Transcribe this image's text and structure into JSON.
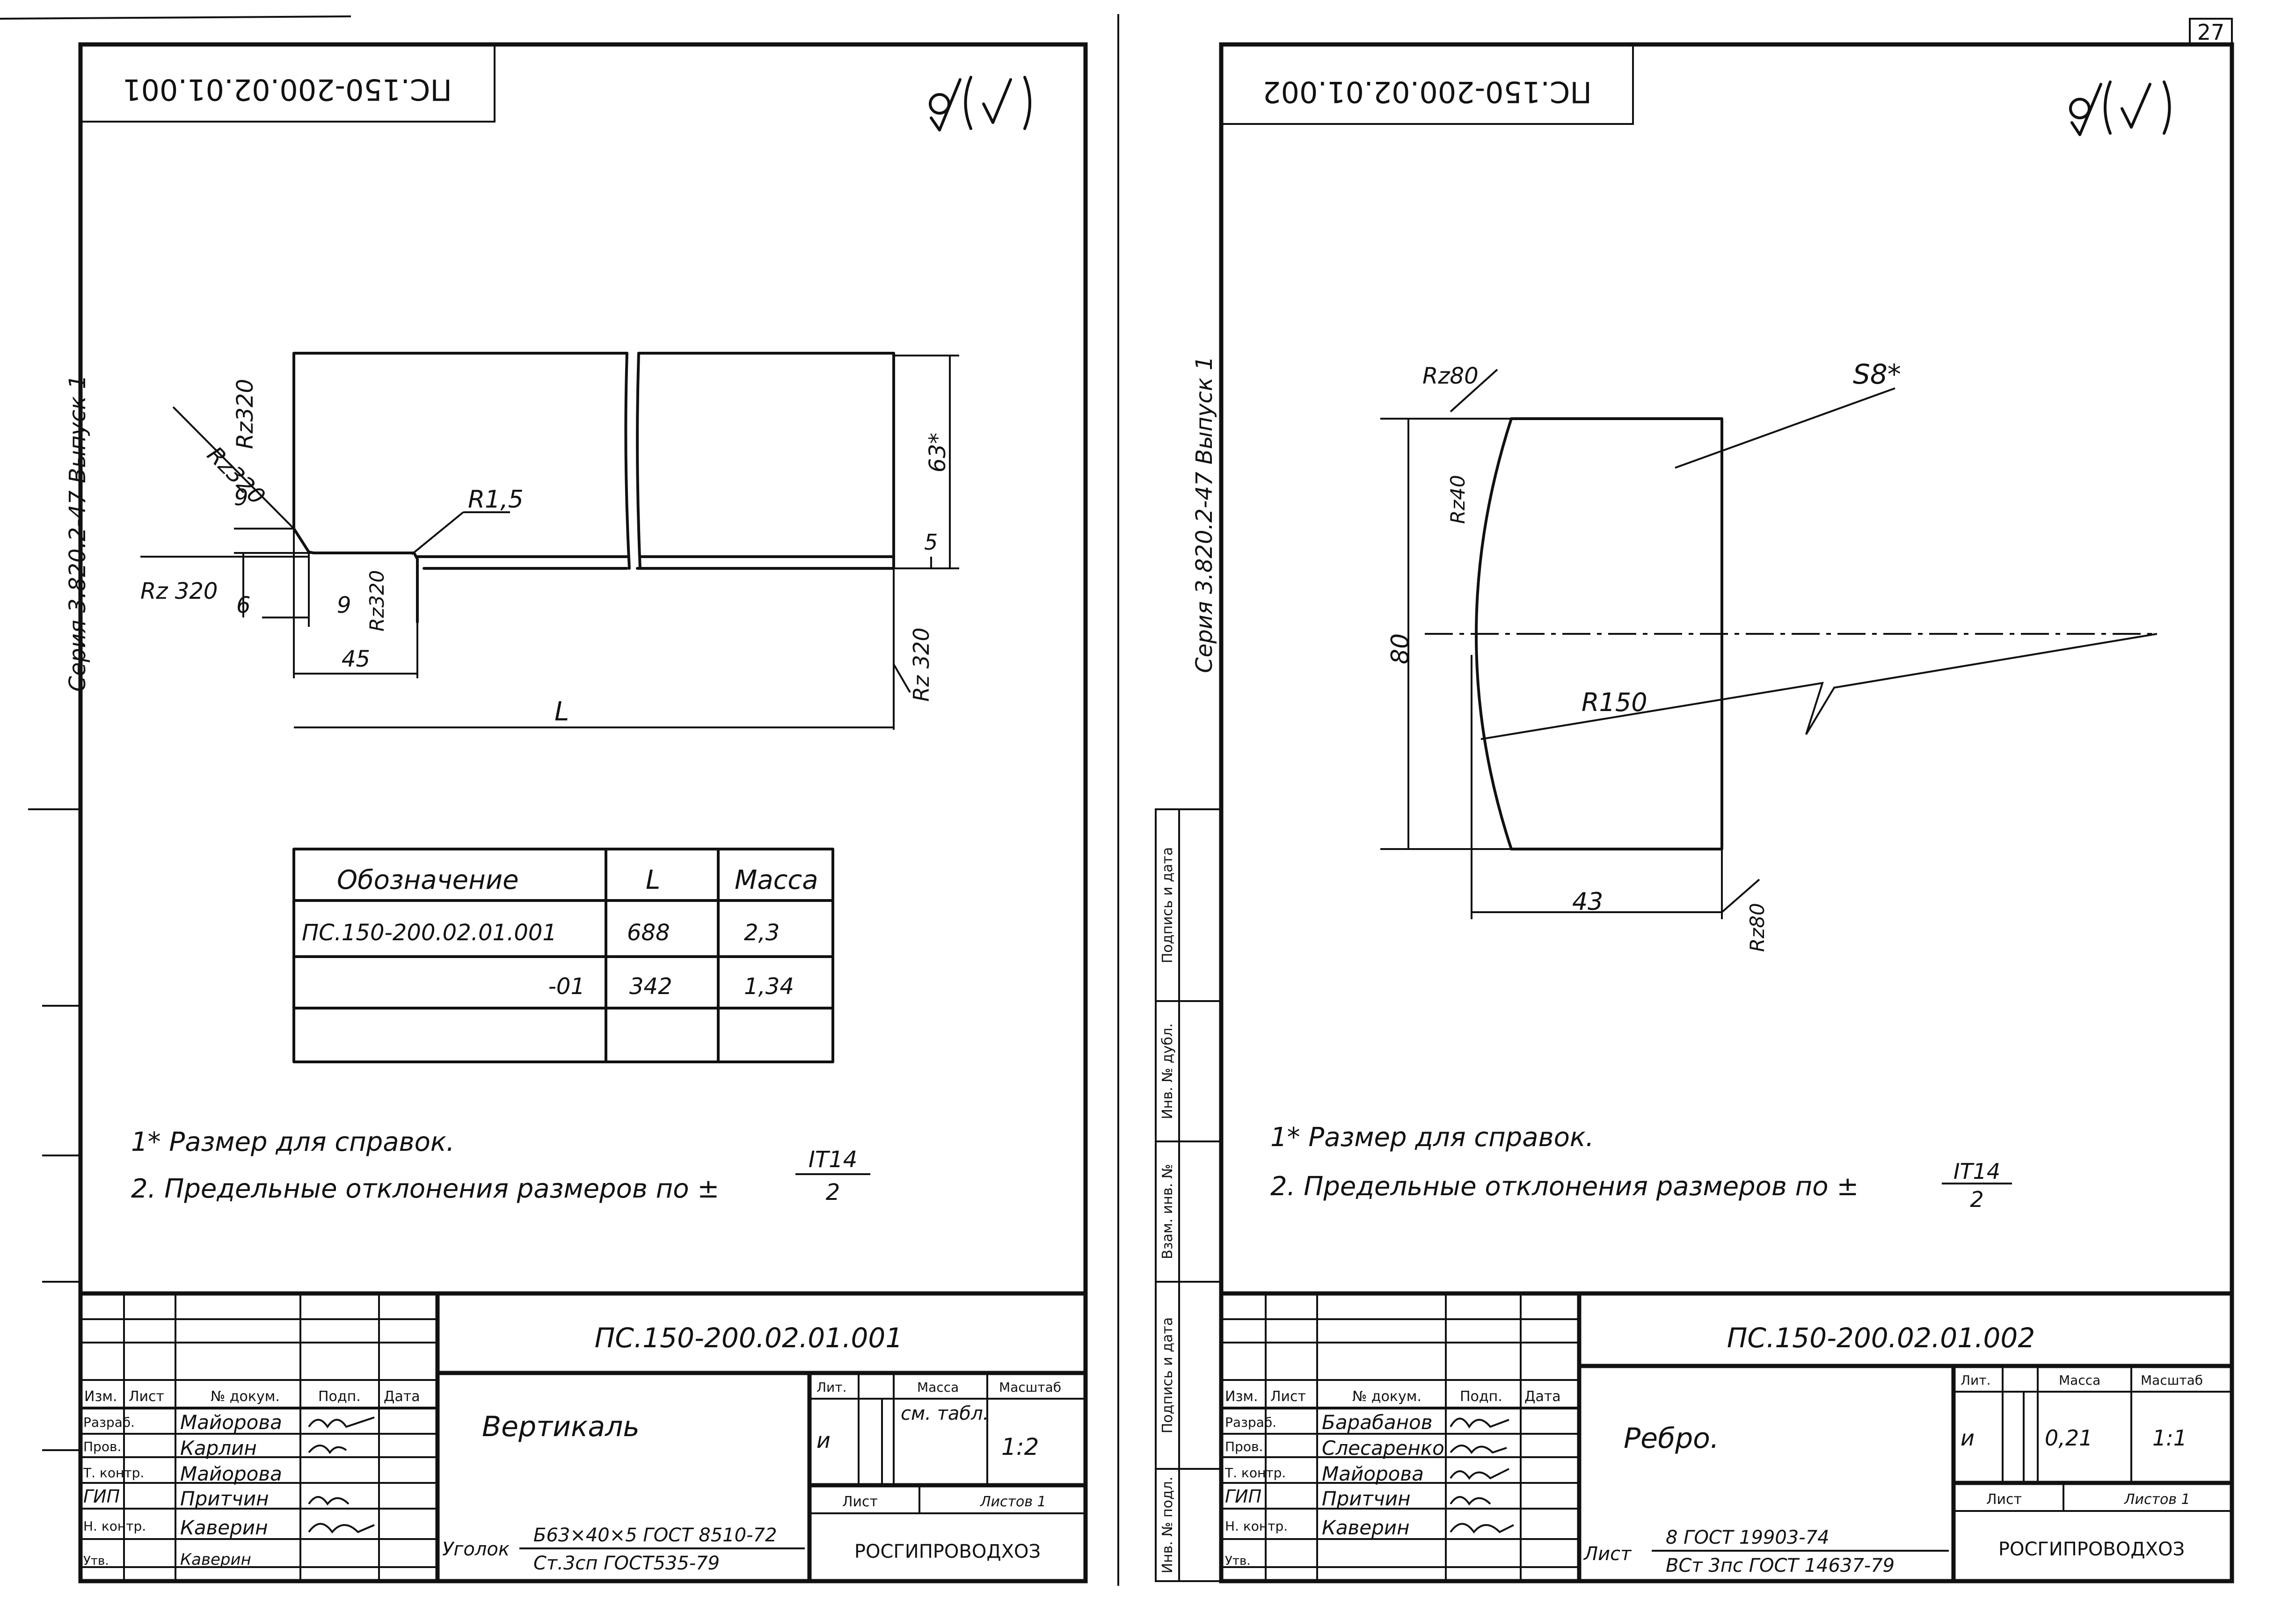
{
  "page_number": "27",
  "left_sheet": {
    "designation_top": "ПС.150-200.02.01.001",
    "series_label": "Серия 3.820.2-47 Выпуск 1",
    "dims": {
      "rz320_a": "Rz320",
      "rz320_b": "Rz320",
      "rz320_c": "Rz 320",
      "rz320_d": "Rz320",
      "rz320_e": "Rz 320",
      "r15": "R1,5",
      "d9a": "9",
      "d6": "6",
      "d9b": "9",
      "d45": "45",
      "dL": "L",
      "d63": "63*",
      "d5": "5"
    },
    "table": {
      "headers": [
        "Обозначение",
        "L",
        "Масса"
      ],
      "rows": [
        [
          "ПС.150-200.02.01.001",
          "688",
          "2,3"
        ],
        [
          "-01",
          "342",
          "1,34"
        ]
      ]
    },
    "notes": [
      "1* Размер для справок.",
      "2. Предельные отклонения размеров по ±"
    ],
    "tol_num": "IT14",
    "tol_den": "2",
    "stamp": {
      "designation": "ПС.150-200.02.01.001",
      "title": "Вертикаль",
      "lit": "и",
      "mass": "см. табл.",
      "scale": "1:2",
      "sheet_label": "Лист",
      "sheets_label": "Листов 1",
      "material_label": "Уголок",
      "material_top": "Б63×40×5 ГОСТ 8510-72",
      "material_bot": "Ст.3сп ГОСТ535-79",
      "org": "РОСГИПРОВОДХОЗ",
      "col_headers": [
        "Изм.",
        "Лист",
        "№ докум.",
        "Подп.",
        "Дата"
      ],
      "hdr_lit": "Лит.",
      "hdr_mass": "Масса",
      "hdr_scale": "Масштаб",
      "roles": [
        "Разраб.",
        "Пров.",
        "Т. контр.",
        "ГИП",
        "Н. контр.",
        "Утв."
      ],
      "names": [
        "Майорова",
        "Карлин",
        "Майорова",
        "Притчин",
        "Каверин",
        "Каверин"
      ]
    }
  },
  "right_sheet": {
    "designation_top": "ПС.150-200.02.01.002",
    "series_label": "Серия 3.820.2-47 Выпуск 1",
    "dims": {
      "rz80_a": "Rz80",
      "rz40": "Rz40",
      "s8": "S8*",
      "r150": "R150",
      "d80": "80",
      "d43": "43",
      "rz80_b": "Rz80"
    },
    "notes": [
      "1* Размер для справок.",
      "2. Предельные отклонения размеров по ±"
    ],
    "tol_num": "IT14",
    "tol_den": "2",
    "side_stamp": [
      "Подпись и дата",
      "Инв. № дубл.",
      "Взам. инв. №",
      "Подпись и дата",
      "Инв. № подл."
    ],
    "stamp": {
      "designation": "ПС.150-200.02.01.002",
      "title": "Ребро.",
      "lit": "и",
      "mass": "0,21",
      "scale": "1:1",
      "sheet_label": "Лист",
      "sheets_label": "Листов 1",
      "material_label": "Лист",
      "material_top": "8 ГОСТ 19903-74",
      "material_bot": "ВСт 3пс ГОСТ 14637-79",
      "org": "РОСГИПРОВОДХОЗ",
      "col_headers": [
        "Изм.",
        "Лист",
        "№ докум.",
        "Подп.",
        "Дата"
      ],
      "hdr_lit": "Лит.",
      "hdr_mass": "Масса",
      "hdr_scale": "Масштаб",
      "roles": [
        "Разраб.",
        "Пров.",
        "Т. контр.",
        "ГИП",
        "Н. контр.",
        "Утв."
      ],
      "names": [
        "Барабанов",
        "Слесаренко",
        "Майорова",
        "Притчин",
        "Каверин",
        ""
      ]
    }
  }
}
